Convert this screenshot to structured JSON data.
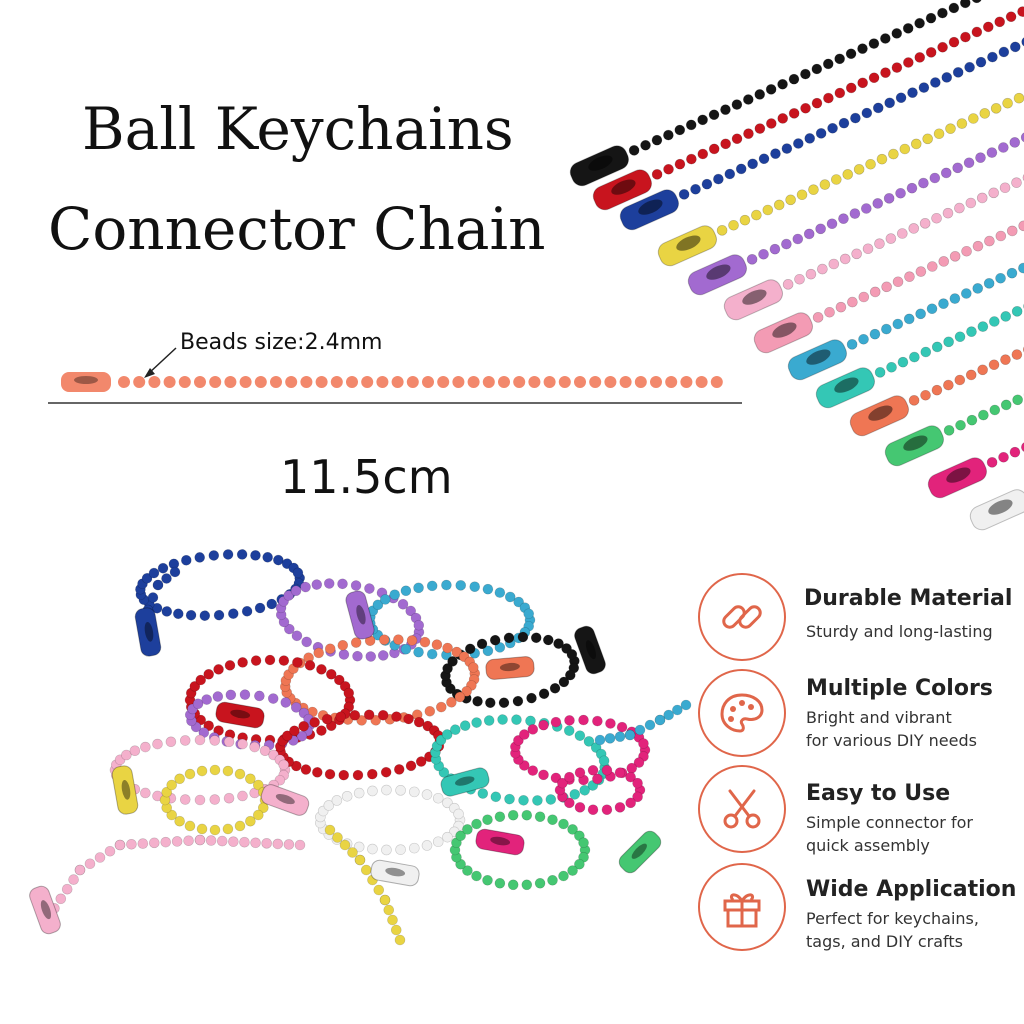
{
  "title": {
    "line1": "Ball Keychains",
    "line2": "Connector Chain"
  },
  "bead_size_label": "Beads size:2.4mm",
  "length_label": "11.5cm",
  "features": [
    {
      "icon": "chain-link-icon",
      "title": "Durable Material",
      "desc": [
        "Sturdy and long-lasting"
      ]
    },
    {
      "icon": "palette-icon",
      "title": "Multiple Colors",
      "desc": [
        "Bright and vibrant",
        "for various DIY needs"
      ]
    },
    {
      "icon": "scissors-icon",
      "title": "Easy to Use",
      "desc": [
        "Simple connector for",
        "quick assembly"
      ]
    },
    {
      "icon": "gift-box-icon",
      "title": "Wide Application",
      "desc": [
        "Perfect for keychains,",
        "tags, and DIY crafts"
      ]
    }
  ],
  "colors": {
    "accent": "#e0664a",
    "sample_chain": "#f2886c",
    "chains": [
      "#151515",
      "#c8141e",
      "#1d3f9c",
      "#e9d443",
      "#a26ad0",
      "#f4b0cc",
      "#f39bb4",
      "#3aaad0",
      "#34c7b5",
      "#ef7654",
      "#45c772",
      "#e2237b",
      "#f0f0f0"
    ]
  }
}
